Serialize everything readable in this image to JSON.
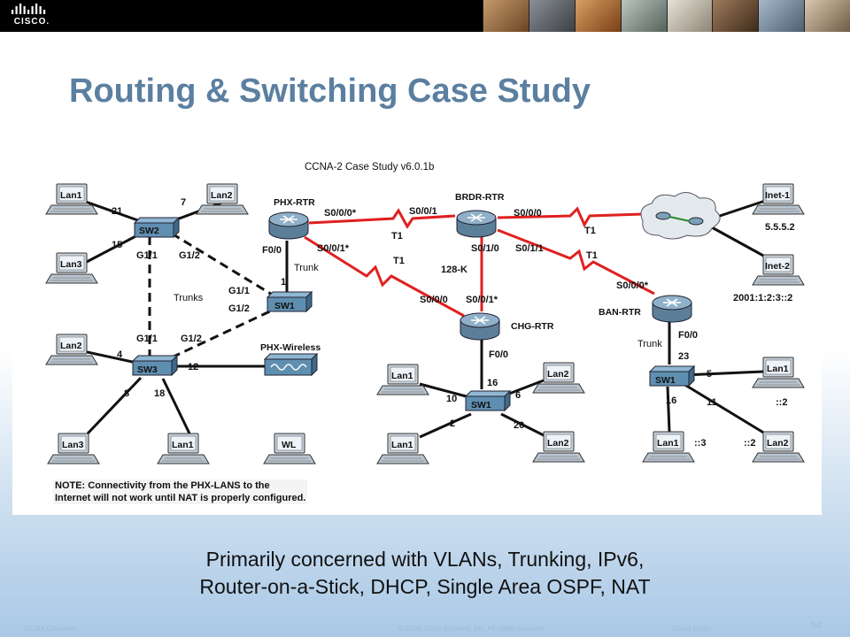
{
  "header": {
    "logo_text": "CISCO.",
    "photo_count": 8
  },
  "slide": {
    "title": "Routing & Switching Case Study",
    "subtitle_line1": "Primarily concerned with VLANs, Trunking, IPv6,",
    "subtitle_line2": "Router-on-a-Stick, DHCP, Single Area OSPF, NAT"
  },
  "diagram": {
    "caption": "CCNA-2 Case Study v6.0.1b",
    "note_line1": "NOTE: Connectivity from  the PHX-LANS to the",
    "note_line2": "Internet will not work until NAT is properly configured.",
    "routers": {
      "phx": "PHX-RTR",
      "brdr": "BRDR-RTR",
      "chg": "CHG-RTR",
      "ban": "BAN-RTR"
    },
    "switches": {
      "sw2": "SW2",
      "sw1_phx": "SW1",
      "sw3": "SW3",
      "sw1_chg": "SW1",
      "sw1_ban": "SW1"
    },
    "wireless": "PHX-Wireless",
    "pcs": {
      "phx_lan1_top": "Lan1",
      "phx_lan2_top": "Lan2",
      "phx_lan3_top": "Lan3",
      "phx_lan2_mid": "Lan2",
      "phx_lan3_bot": "Lan3",
      "phx_lan1_bot": "Lan1",
      "phx_wl": "WL",
      "chg_lan1_top": "Lan1",
      "chg_lan2_top": "Lan2",
      "chg_lan1_bot": "Lan1",
      "chg_lan2_bot": "Lan2",
      "inet1": "Inet-1",
      "inet2": "Inet-2",
      "ban_lan1_top": "Lan1",
      "ban_lan1_bot": "Lan1",
      "ban_lan2_bot": "Lan2"
    },
    "labels": {
      "p21": "21",
      "p7": "7",
      "p15": "15",
      "g11_sw2": "G1/1",
      "g12_sw2": "G1/2",
      "trunks": "Trunks",
      "g11_sw1": "G1/1",
      "g12_sw1": "G1/2",
      "g11_sw3": "G1/1",
      "g12_sw3": "G1/2",
      "p4": "4",
      "p12": "12",
      "p8": "8",
      "p18": "18",
      "f00_phx": "F0/0",
      "p1": "1",
      "trunk_phx": "Trunk",
      "s000_star": "S0/0/0*",
      "s001_star": "S0/0/1*",
      "t1_a": "T1",
      "t1_b": "T1",
      "s001_brdr": "S0/0/1",
      "s000_brdr": "S0/0/0",
      "s010_brdr": "S0/1/0",
      "s011_brdr": "S0/1/1",
      "k128": "128-K",
      "t1_c": "T1",
      "t1_d": "T1",
      "s000_chg": "S0/0/0",
      "s001_chg": "S0/0/1*",
      "f00_chg": "F0/0",
      "p16_chg": "16",
      "p10": "10",
      "p6": "6",
      "p2": "2",
      "p20": "20",
      "inet1_addr": "5.5.5.2",
      "inet2_addr": "2001:1:2:3::2",
      "s000_ban": "S0/0/0*",
      "trunk_ban": "Trunk",
      "f00_ban": "F0/0",
      "p23": "23",
      "p5": "5",
      "p11": "11",
      "p16_ban": "16",
      "v2": "::2",
      "v3": "::3",
      "v2b": "::2"
    }
  },
  "footer": {
    "left": "CCNA Overview",
    "center": "© 2008 Cisco Systems, Inc. All rights reserved.",
    "right": "Cisco Public",
    "page": "54"
  },
  "colors": {
    "serial_link": "#e02020",
    "ethernet_link": "#111111",
    "title": "#5b7fa0",
    "router_fill": "#6a8ea8",
    "switch_fill": "#5f8fb0"
  }
}
